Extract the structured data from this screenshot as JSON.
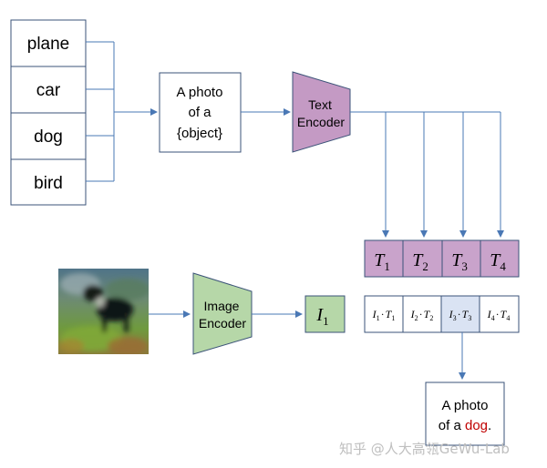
{
  "classes": [
    "plane",
    "car",
    "dog",
    "bird"
  ],
  "prompt": {
    "line1": "A photo",
    "line2": "of a",
    "line3": "{object}"
  },
  "text_encoder": {
    "line1": "Text",
    "line2": "Encoder"
  },
  "image_encoder": {
    "line1": "Image",
    "line2": "Encoder"
  },
  "text_features": [
    {
      "base": "T",
      "sub": "1"
    },
    {
      "base": "T",
      "sub": "2"
    },
    {
      "base": "T",
      "sub": "3"
    },
    {
      "base": "T",
      "sub": "4"
    }
  ],
  "image_feature": {
    "base": "I",
    "sub": "1"
  },
  "similarities": [
    {
      "i": "I",
      "isub": "1",
      "dot": "·",
      "t": "T",
      "tsub": "1"
    },
    {
      "i": "I",
      "isub": "2",
      "dot": "·",
      "t": "T",
      "tsub": "2"
    },
    {
      "i": "I",
      "isub": "3",
      "dot": "·",
      "t": "T",
      "tsub": "3"
    },
    {
      "i": "I",
      "isub": "4",
      "dot": "·",
      "t": "T",
      "tsub": "4"
    }
  ],
  "result": {
    "line1": "A photo",
    "line2_prefix": "of a ",
    "highlight": "dog",
    "line2_suffix": "."
  },
  "watermark": "知乎 @人大高瓴GeWu-Lab",
  "colors": {
    "arrow": "#4a78b5",
    "text_encoder": "#c49ac4",
    "image_encoder": "#b6d7a8",
    "feature_cell": "#c9a3cb",
    "image_feature": "#b6d7a8",
    "highlight_cell": "#dae3f3",
    "highlight_text": "#c00000",
    "border": "#3b5378"
  }
}
